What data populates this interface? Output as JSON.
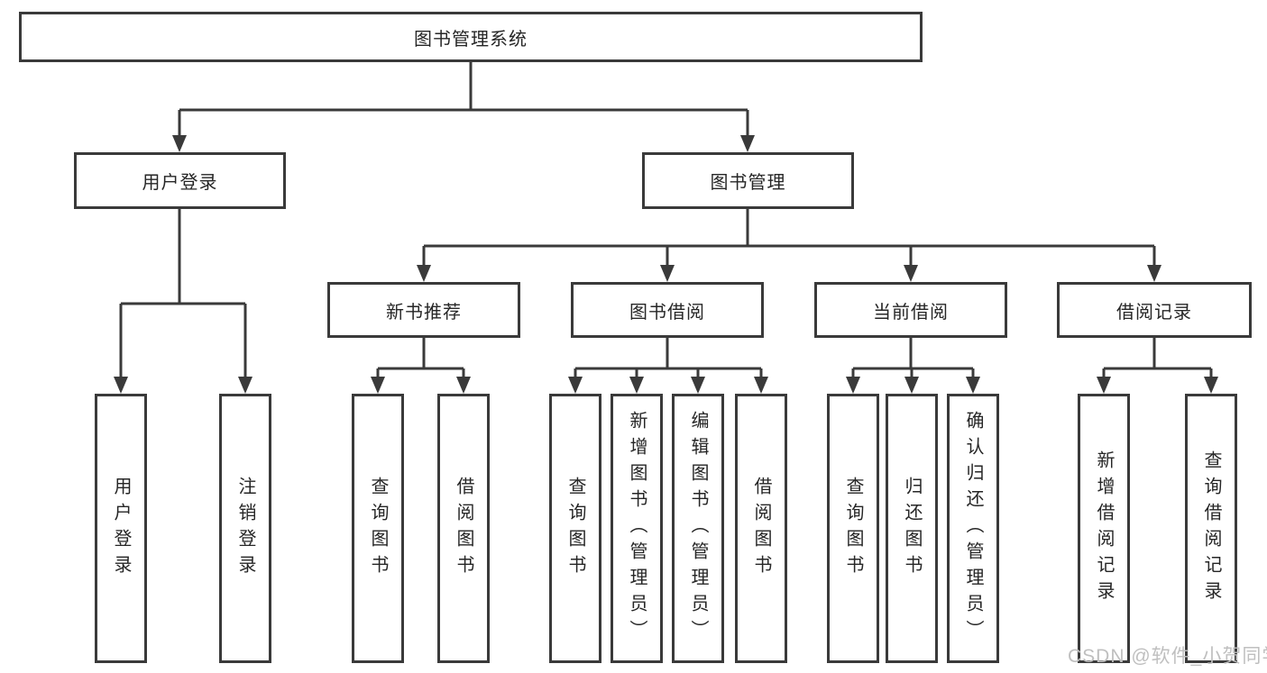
{
  "tree": {
    "root": {
      "label": "图书管理系统"
    },
    "login": {
      "label": "用户登录",
      "children": [
        {
          "label": "用户登录"
        },
        {
          "label": "注销登录"
        }
      ]
    },
    "management": {
      "label": "图书管理",
      "sections": [
        {
          "label": "新书推荐",
          "children": [
            {
              "label": "查询图书"
            },
            {
              "label": "借阅图书"
            }
          ]
        },
        {
          "label": "图书借阅",
          "children": [
            {
              "label": "查询图书"
            },
            {
              "label": "新增图书（管理员）"
            },
            {
              "label": "编辑图书（管理员）"
            },
            {
              "label": "借阅图书"
            }
          ]
        },
        {
          "label": "当前借阅",
          "children": [
            {
              "label": "查询图书"
            },
            {
              "label": "归还图书"
            },
            {
              "label": "确认归还（管理员）"
            }
          ]
        },
        {
          "label": "借阅记录",
          "children": [
            {
              "label": "新增借阅记录"
            },
            {
              "label": "查询借阅记录"
            }
          ]
        }
      ]
    }
  },
  "watermark": {
    "label": "CSDN @软件_小贺同学"
  },
  "colors": {
    "line": "#3a3a3a",
    "text": "#262626",
    "watermark": "#bfbfbf"
  }
}
